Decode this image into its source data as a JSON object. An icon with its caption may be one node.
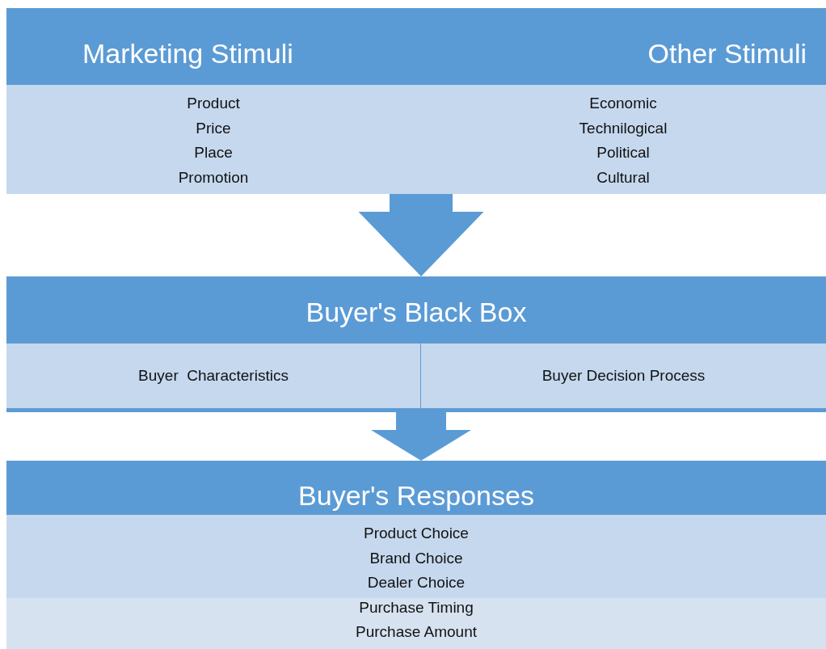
{
  "diagram": {
    "nodes": [
      {
        "text": [
          "Marketing Stimuli",
          "Other Stimuli"
        ]
      },
      {
        "text": [
          "Product",
          "Price",
          "Place",
          "Promotion"
        ],
        "in": 0
      },
      {
        "text": [
          "Economic",
          "Technilogical",
          "Political",
          "Cultural"
        ],
        "in": 0
      },
      {
        "text": [
          "Buyer's Black Box"
        ]
      },
      {
        "text": [
          "Buyer  Characteristics"
        ],
        "in": 3
      },
      {
        "text": [
          "Buyer Decision Process"
        ],
        "in": 3
      },
      {
        "text": [
          "Buyer's Responses"
        ]
      },
      {
        "text": [
          "Product Choice",
          "Brand Choice",
          "Dealer Choice",
          "Purchase Timing",
          "Purchase Amount"
        ],
        "in": 6
      }
    ],
    "edges": [
      {
        "from": 0,
        "to": 3,
        "arrow": "to"
      },
      {
        "from": 3,
        "to": 6,
        "arrow": "to"
      }
    ]
  }
}
